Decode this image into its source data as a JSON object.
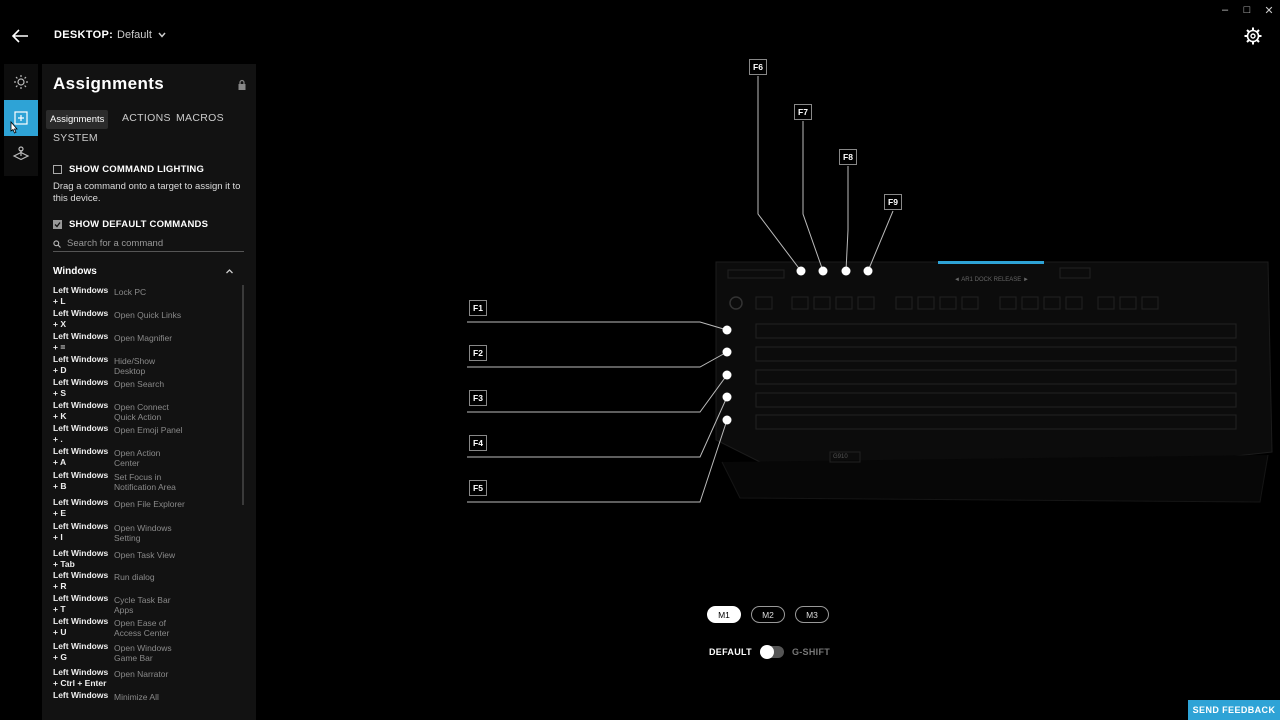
{
  "window": {
    "minimize": "–",
    "maximize": "□",
    "close": "✕"
  },
  "header": {
    "profile_label": "DESKTOP:",
    "profile_value": "Default"
  },
  "panel": {
    "title": "Assignments",
    "tooltip": "Assignments",
    "tabs": {
      "actions": "ACTIONS",
      "macros": "MACROS",
      "system": "SYSTEM"
    },
    "show_command_lighting": "SHOW COMMAND LIGHTING",
    "help_text": "Drag a command onto a target to assign it to this device.",
    "show_default_commands": "SHOW DEFAULT COMMANDS",
    "search_placeholder": "Search for a command",
    "section": "Windows",
    "commands": [
      {
        "key": "Left Windows + L",
        "action": "Lock PC"
      },
      {
        "key": "Left Windows + X",
        "action": "Open Quick Links"
      },
      {
        "key": "Left Windows + =",
        "action": "Open Magnifier"
      },
      {
        "key": "Left Windows + D",
        "action": "Hide/Show Desktop"
      },
      {
        "key": "Left Windows + S",
        "action": "Open Search"
      },
      {
        "key": "Left Windows + K",
        "action": "Open Connect Quick Action"
      },
      {
        "key": "Left Windows + .",
        "action": "Open Emoji Panel"
      },
      {
        "key": "Left Windows + A",
        "action": "Open Action Center"
      },
      {
        "key": "Left Windows + B",
        "action": "Set Focus in Notification Area"
      },
      {
        "key": "Left Windows + E",
        "action": "Open File Explorer"
      },
      {
        "key": "Left Windows + I",
        "action": "Open Windows Setting"
      },
      {
        "key": "Left Windows + Tab",
        "action": "Open Task View"
      },
      {
        "key": "Left Windows + R",
        "action": "Run dialog"
      },
      {
        "key": "Left Windows + T",
        "action": "Cycle Task Bar Apps"
      },
      {
        "key": "Left Windows + U",
        "action": "Open Ease of Access Center"
      },
      {
        "key": "Left Windows + G",
        "action": "Open Windows Game Bar"
      },
      {
        "key": "Left Windows + Ctrl + Enter",
        "action": "Open Narrator"
      },
      {
        "key": "Left Windows",
        "action": "Minimize All"
      }
    ]
  },
  "keyboard": {
    "fkeys": [
      "F1",
      "F2",
      "F3",
      "F4",
      "F5",
      "F6",
      "F7",
      "F8",
      "F9"
    ],
    "release_label": "◄ AR1 DOCK RELEASE ►",
    "model_label": "G910"
  },
  "modes": [
    "M1",
    "M2",
    "M3"
  ],
  "toggle": {
    "left": "DEFAULT",
    "right": "G-SHIFT"
  },
  "feedback": "SEND FEEDBACK",
  "colors": {
    "accent": "#2ea3d6",
    "background": "#000000",
    "panel": "#121212"
  }
}
